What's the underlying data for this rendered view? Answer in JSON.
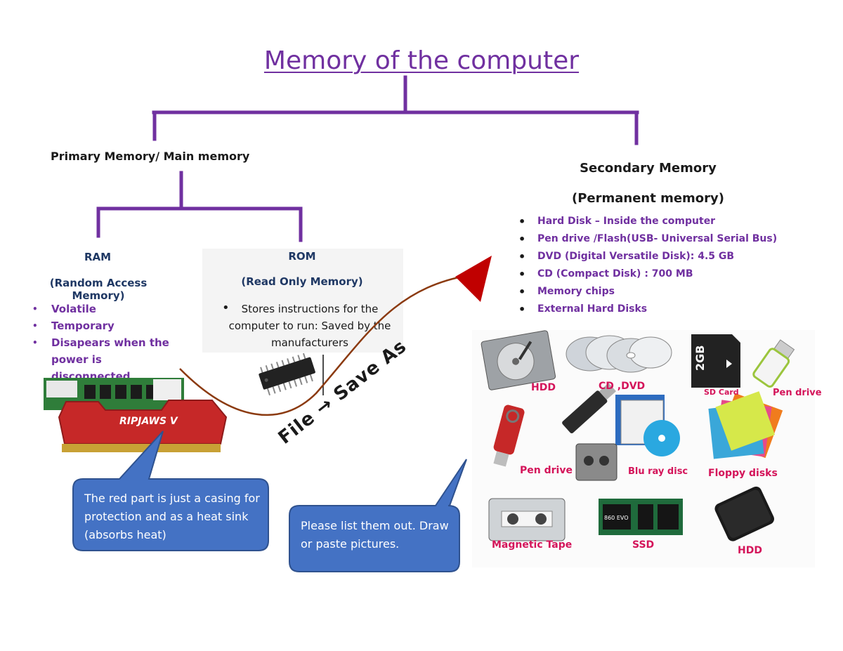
{
  "title": "Memory of the computer",
  "primary": {
    "heading": "Primary Memory/ Main memory",
    "ram": {
      "title": "RAM",
      "subtitle": "(Random Access Memory)",
      "items": [
        "Volatile",
        "Temporary",
        "Disapears when the power is disconnected."
      ]
    },
    "rom": {
      "title": "ROM",
      "subtitle": "(Read Only Memory)",
      "items": [
        "Stores instructions for the computer to run: Saved by the manufacturers"
      ]
    },
    "ram_stick_label": "RIPJAWS V"
  },
  "secondary": {
    "heading": "Secondary Memory",
    "subheading": "(Permanent memory)",
    "items": [
      "Hard Disk – Inside the computer",
      "Pen drive /Flash(USB- Universal Serial Bus)",
      "DVD (Digital Versatile Disk): 4.5 GB",
      "CD (Compact Disk) : 700 MB",
      "Memory chips",
      "External Hard Disks"
    ]
  },
  "save_path": "File → Save As",
  "callouts": {
    "casing_note": "The red part is just a casing for protection and as a heat sink (absorbs heat)",
    "list_note": "Please list them out. Draw or paste pictures."
  },
  "devices": {
    "hdd": "HDD",
    "cd_dvd": "CD ,DVD",
    "sd_card": "SD Card",
    "sd_capacity": "2GB",
    "pen_drive_1": "Pen drive",
    "pen_drive_2": "Pen drive",
    "blu_ray": "Blu ray disc",
    "floppy": "Floppy disks",
    "magnetic_tape": "Magnetic Tape",
    "ssd": "SSD",
    "ssd_model": "860 EVO",
    "hdd_external": "HDD"
  },
  "colors": {
    "title": "#7030a0",
    "tree_lines": "#7030a0",
    "callout_fill": "#4472c4",
    "arrow_head": "#c00000",
    "arrow_line": "#8b3a0f",
    "device_labels": "#d4145a"
  }
}
